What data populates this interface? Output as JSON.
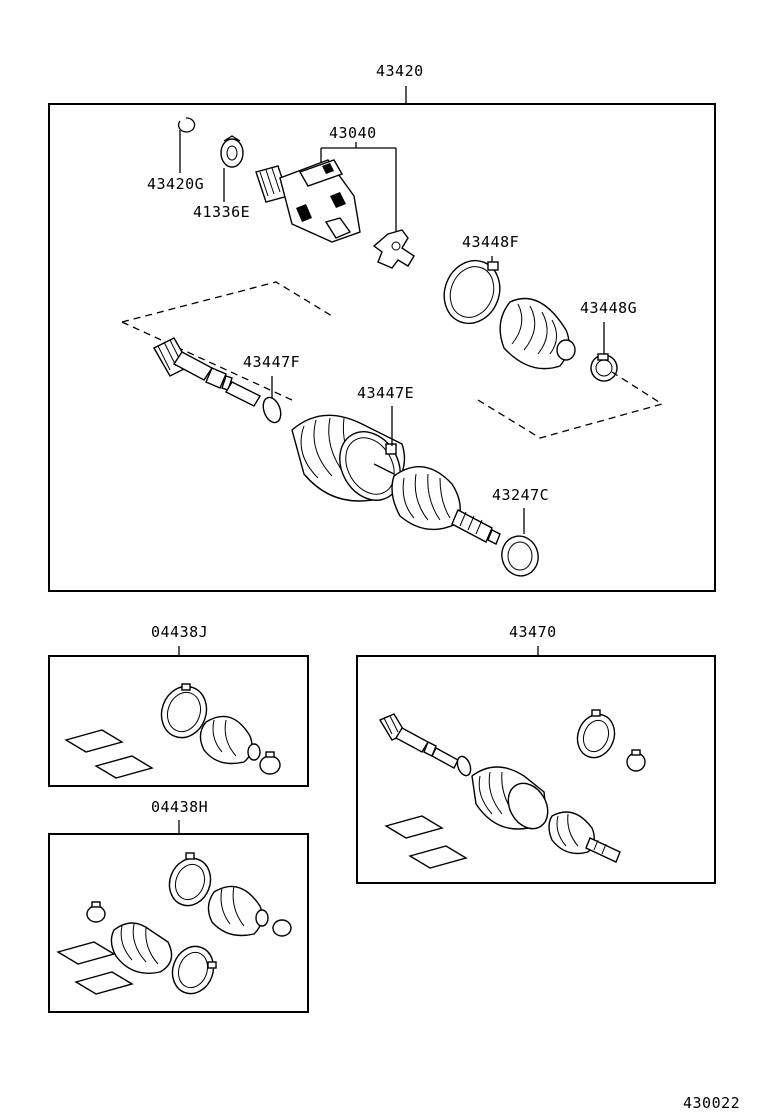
{
  "assembly": {
    "part_no": "43420"
  },
  "callouts": {
    "snap_ring": "43420G",
    "dust_seal": "41336E",
    "outboard_joint": "43040",
    "boot_clamp_large": "43448F",
    "boot_clamp_small": "43448G",
    "boot_clamp_shaft": "43447F",
    "boot_clamp_inner": "43447E",
    "deflector": "43247C"
  },
  "kits": {
    "boot_kit_j": "04438J",
    "boot_kit_h": "04438H",
    "shaft_assy": "43470"
  },
  "figure_id": "430022"
}
